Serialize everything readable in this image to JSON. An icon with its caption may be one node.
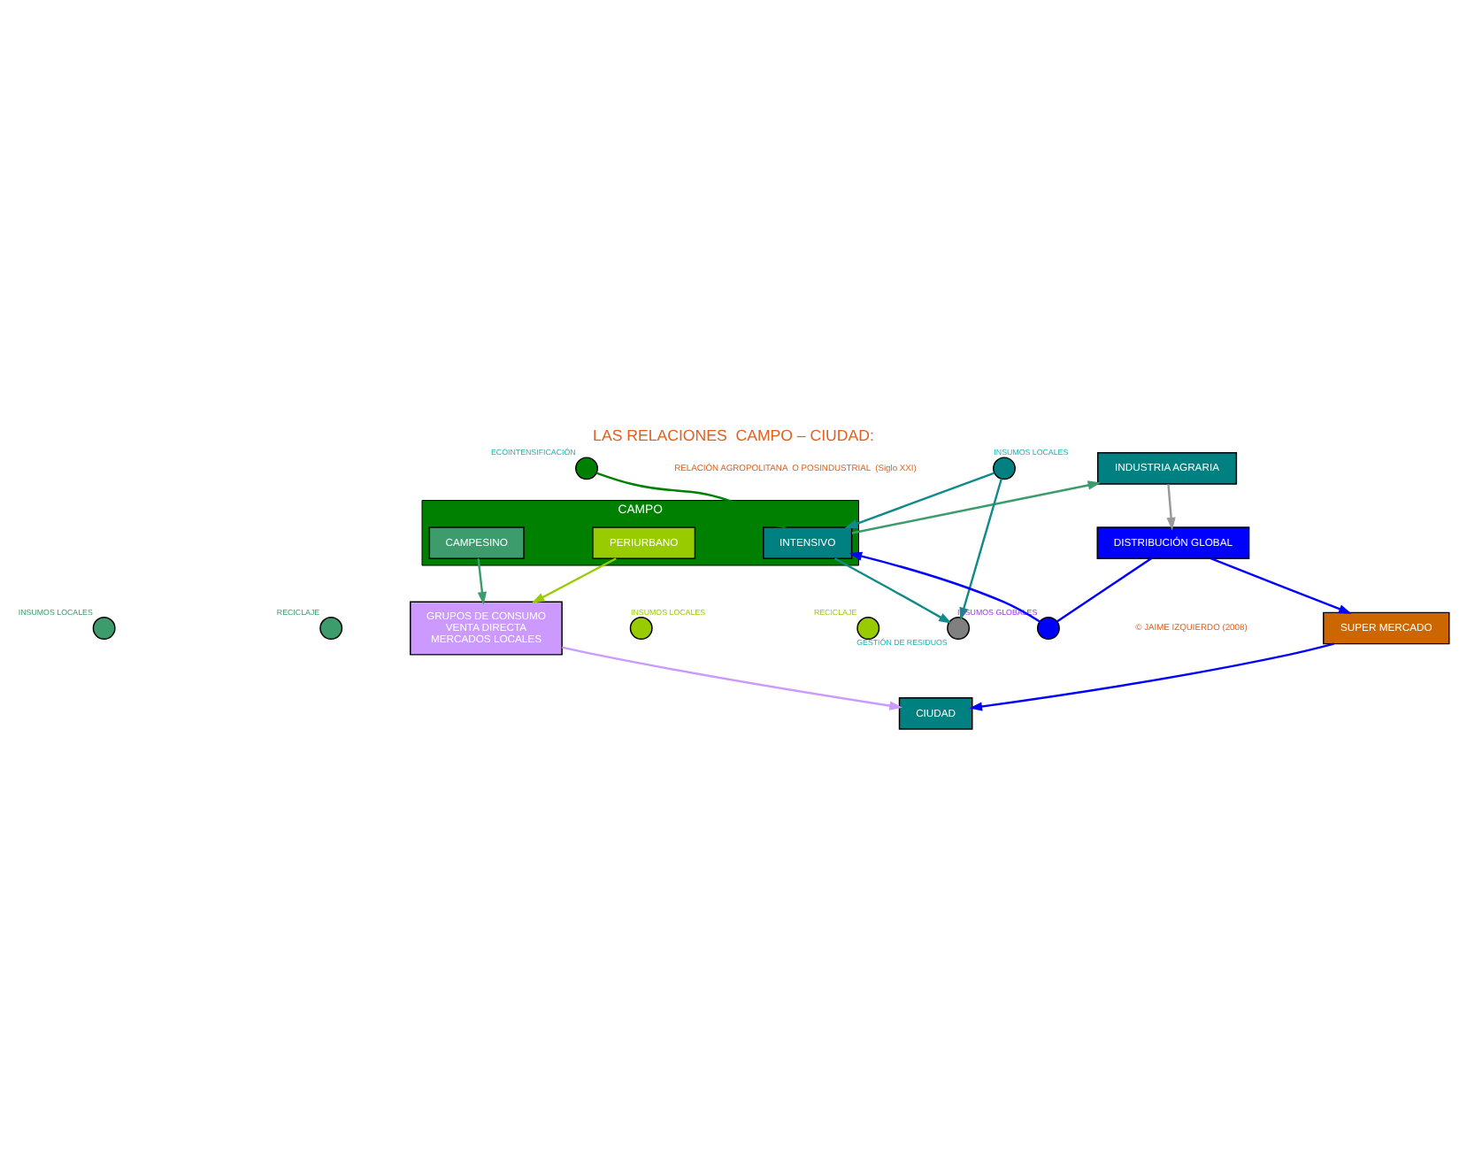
{
  "diagram": {
    "title": "LAS RELACIONES  CAMPO – CIUDAD:",
    "nodes": [
      {
        "text": [
          "CAMPO"
        ]
      },
      {
        "text": [
          "CAMPESINO"
        ],
        "in": 0
      },
      {
        "text": [
          "INTENSIVO"
        ],
        "in": 0
      },
      {
        "text": [
          "PERIURBANO"
        ],
        "in": 0
      },
      {
        "text": [],
        "shape": "circle",
        "beside": [
          "INSUMOS LOCALES"
        ]
      },
      {
        "text": [],
        "shape": "circle",
        "beside": [
          "RECICLAJE"
        ]
      },
      {
        "text": [],
        "shape": "circle",
        "beside": [
          "INSUMOS LOCALES"
        ]
      },
      {
        "text": [],
        "shape": "circle",
        "beside": [
          "RECICLAJE"
        ]
      },
      {
        "text": [
          "GRUPOS DE CONSUMO",
          "VENTA DIRECTA",
          "MERCADOS LOCALES"
        ]
      },
      {
        "text": [
          "INDUSTRIA AGRARIA"
        ]
      },
      {
        "text": [
          "CIUDAD"
        ]
      },
      {
        "text": [],
        "shape": "circle",
        "beside": [
          "GESTIÓN DE RESIDUOS"
        ]
      },
      {
        "text": [],
        "shape": "circle",
        "beside": [
          "INSUMOS LOCALES"
        ]
      },
      {
        "text": [],
        "shape": "circle",
        "beside": [
          "ECOINTENSIFICACIÓN"
        ]
      },
      {
        "text": [],
        "shape": "circle",
        "beside": [
          "INSUMOS GLOBALES"
        ]
      },
      {
        "text": [
          "SUPER MERCADO"
        ]
      },
      {
        "text": [
          "DISTRIBUCIÓN GLOBAL"
        ]
      }
    ],
    "edges": [
      {
        "from": 3,
        "to": 8,
        "arrow": "to",
        "color": "#99cc00"
      },
      {
        "from": 1,
        "to": 8,
        "arrow": "to",
        "color": "#3c9c6c"
      },
      {
        "from": 2,
        "to": 9,
        "arrow": "to",
        "color": "#3c9c6c"
      },
      {
        "from": 2,
        "to": 11,
        "arrow": "to",
        "color": "#138a8a"
      },
      {
        "from": 12,
        "to": 2,
        "arrow": "to",
        "color": "#138a8a"
      },
      {
        "from": 12,
        "to": 11,
        "arrow": "to",
        "color": "#138a8a"
      },
      {
        "from": 13,
        "to": 2,
        "arrow": "to",
        "color": "#008000"
      },
      {
        "from": 14,
        "to": 2,
        "arrow": "to"
      },
      {
        "from": 16,
        "to": 14,
        "arrow": "none"
      },
      {
        "from": 8,
        "to": 10,
        "arrow": "to",
        "color": "#cc99ff"
      },
      {
        "from": 9,
        "to": 16,
        "arrow": "to",
        "color": "#999999"
      },
      {
        "from": 16,
        "to": 15,
        "arrow": "to"
      },
      {
        "from": 15,
        "to": 10,
        "arrow": "to"
      }
    ],
    "labels": [
      "RELACIÓN AGROPOLITANA  O POSINDUSTRIAL  (Siglo XXI)",
      "© JAIME IZQUIERDO (2008)"
    ]
  }
}
